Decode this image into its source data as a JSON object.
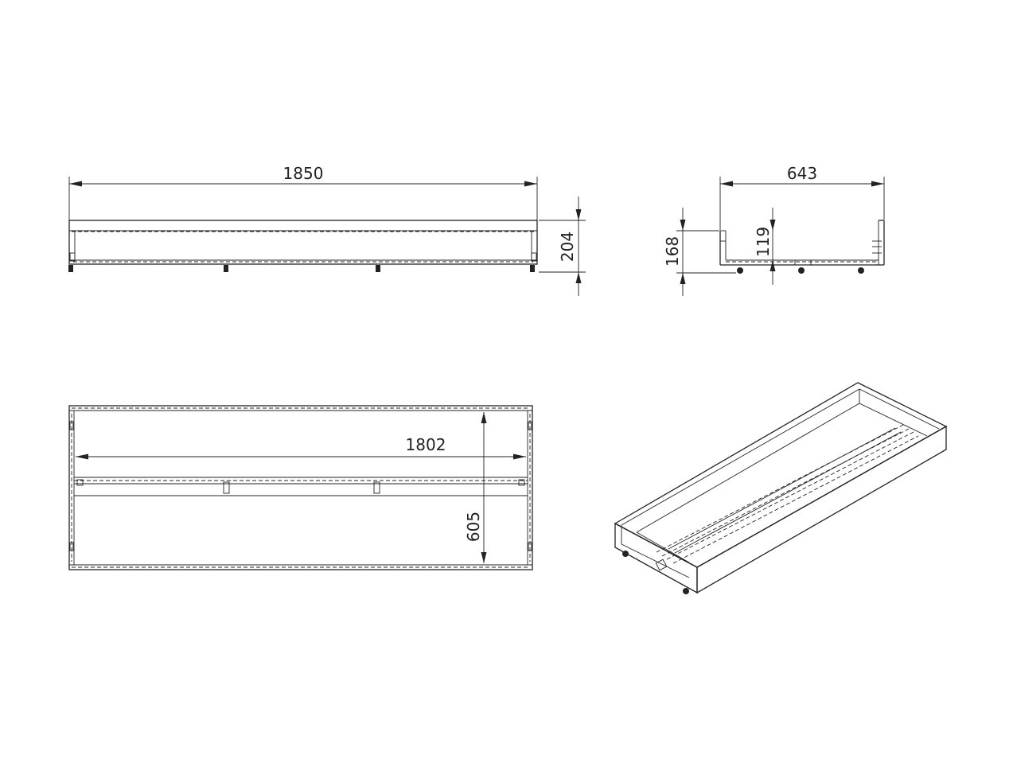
{
  "dimensions": {
    "front_length": "1850",
    "front_height": "204",
    "side_width": "643",
    "side_height_outer": "168",
    "side_height_inner": "119",
    "top_inner_length": "1802",
    "top_depth": "605"
  }
}
